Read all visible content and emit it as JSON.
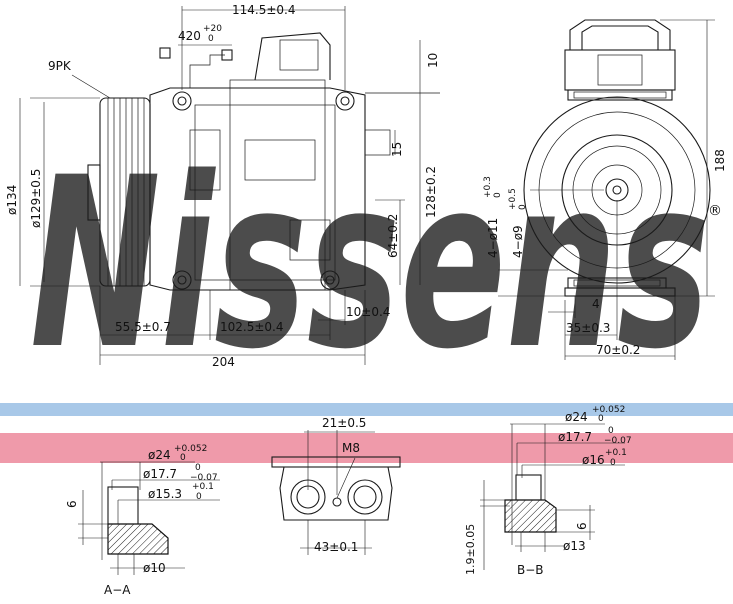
{
  "brand": {
    "watermark": "Nissens",
    "registered": "®"
  },
  "colors": {
    "blue_band": "#a8c8e8",
    "red_band": "#ef9aaa",
    "watermark": "#b9cfe8"
  },
  "top_view": {
    "dims": {
      "overall_top": "114.5±0.4",
      "connector_wire": "420",
      "connector_tol": "+20",
      "connector_tol2": "0",
      "pulley_type": "9PK",
      "dia_outer": "ø134",
      "dia_pulley": "ø129±0.5",
      "overall_length": "204",
      "pulley_to_mount": "55.5±0.7",
      "mount_spacing": "102.5±0.4",
      "offset_10": "10±0.4",
      "height_128": "128±0.2",
      "height_64": "64±0.2",
      "port_15": "15",
      "top_10": "10"
    }
  },
  "front_view": {
    "dims": {
      "height": "188",
      "hole_11": "4−ø11",
      "hole_11_tol": "+0.3",
      "hole_11_tol2": "0",
      "hole_9": "4−ø9",
      "hole_9_tol": "+0.5",
      "hole_9_tol2": "0",
      "dim_4": "4",
      "dim_35": "35±0.3",
      "dim_70": "70±0.2"
    }
  },
  "detail_aa": {
    "label": "A−A",
    "d24": "ø24",
    "d24_tol": "+0.052",
    "d24_tol2": "0",
    "d177": "ø17.7",
    "d177_tol": "0",
    "d177_tol2": "−0.07",
    "d153": "ø15.3",
    "d153_tol": "+0.1",
    "d153_tol2": "0",
    "d10": "ø10",
    "dim6": "6"
  },
  "detail_mid": {
    "d21": "21±0.5",
    "thread": "M8",
    "d43": "43±0.1"
  },
  "detail_bb": {
    "label": "B−B",
    "d24": "ø24",
    "d24_tol": "+0.052",
    "d24_tol2": "0",
    "d177": "ø17.7",
    "d177_tol": "0",
    "d177_tol2": "−0.07",
    "d16": "ø16",
    "d16_tol": "+0.1",
    "d16_tol2": "0",
    "d13": "ø13",
    "dim6": "6",
    "dim19": "1.9±0.05"
  }
}
